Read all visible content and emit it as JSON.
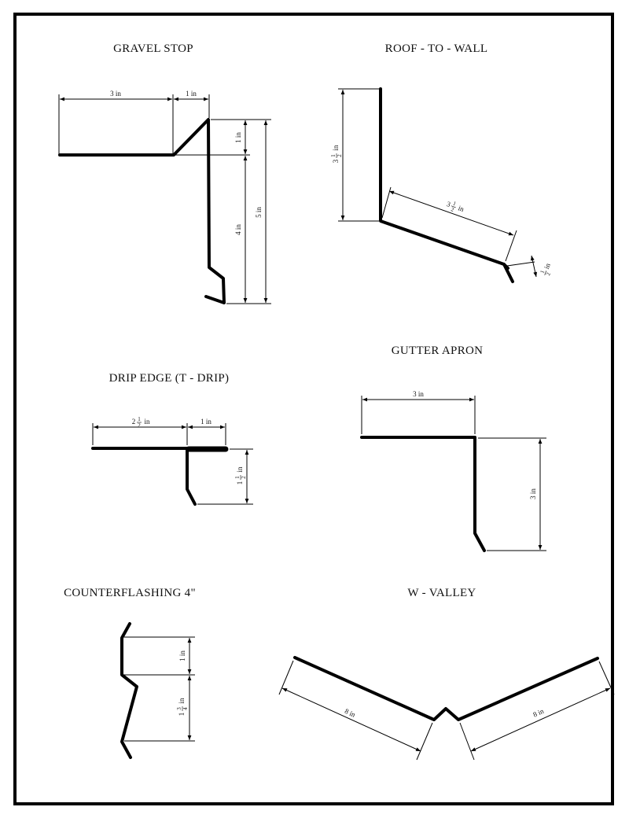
{
  "titles": {
    "gravel_stop": "GRAVEL STOP",
    "roof_to_wall": "ROOF - TO - WALL",
    "drip_edge": "DRIP EDGE (T - DRIP)",
    "gutter_apron": "GUTTER APRON",
    "counterflashing": "COUNTERFLASHING 4\"",
    "w_valley": "W - VALLEY"
  },
  "dims": {
    "gravel_stop": {
      "top_left": "3 in",
      "top_right": "1 in",
      "small": "1 in",
      "mid": "4 in",
      "total": "5 in"
    },
    "roof_to_wall": {
      "vertical_whole": "3",
      "vertical_frac_num": "1",
      "vertical_frac_den": "2",
      "vertical_unit": "in",
      "slope_whole": "3",
      "slope_frac_num": "1",
      "slope_frac_den": "2",
      "slope_unit": "in",
      "hem_num": "1",
      "hem_den": "2",
      "hem_unit": "in"
    },
    "drip_edge": {
      "top_whole": "2",
      "top_frac_num": "1",
      "top_frac_den": "2",
      "top_unit": "in",
      "top_right": "1 in",
      "side_whole": "1",
      "side_frac_num": "1",
      "side_frac_den": "2",
      "side_unit": "in"
    },
    "gutter_apron": {
      "top": "3 in",
      "side": "3 in"
    },
    "counterflashing": {
      "top": "1 in",
      "bottom_whole": "1",
      "bottom_frac_num": "3",
      "bottom_frac_den": "4",
      "bottom_unit": "in"
    },
    "w_valley": {
      "left": "8 in",
      "right": "8 in"
    }
  }
}
